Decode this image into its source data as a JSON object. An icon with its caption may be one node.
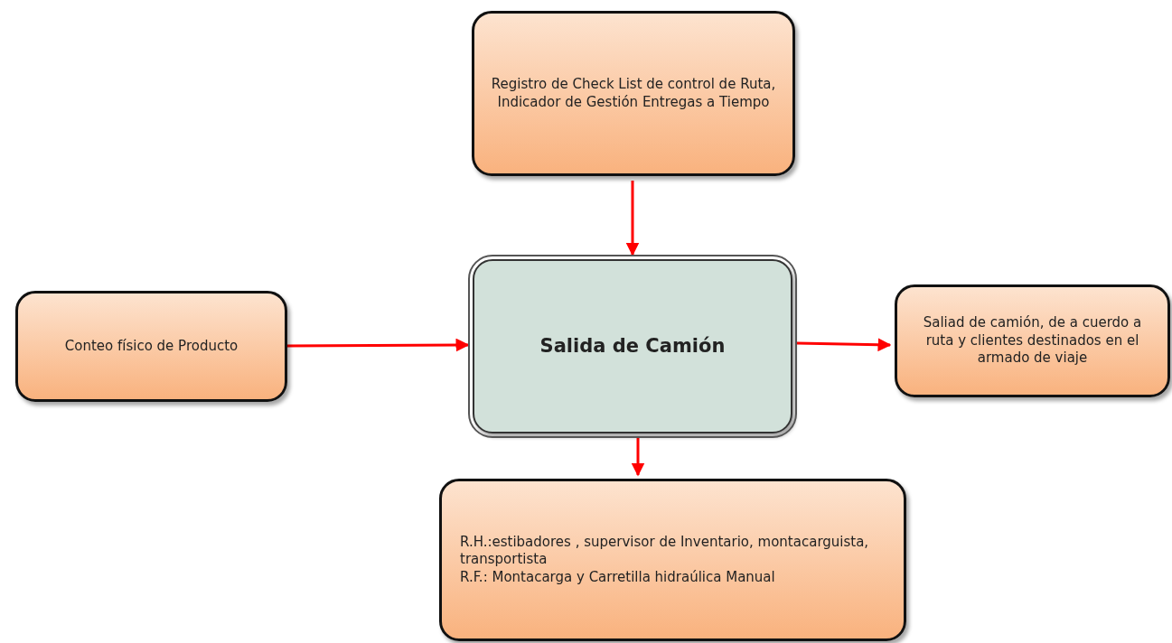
{
  "diagram": {
    "nodes": [
      {
        "text": [
          "Registro de Check List de control de Ruta, Indicador de Gestión Entregas a Tiempo"
        ]
      },
      {
        "text": [
          "Salida de Camión"
        ]
      },
      {
        "text": [
          "Conteo físico de Producto"
        ]
      },
      {
        "text": [
          "Saliad de camión, de a cuerdo a ruta y clientes destinados en el armado de viaje"
        ]
      },
      {
        "text": [
          "R.H.:estibadores , supervisor de Inventario, montacarguista, transportista",
          "R.F.: Montacarga y Carretilla hidraúlica Manual"
        ]
      }
    ],
    "edges": [
      {
        "from": 0,
        "to": 1,
        "arrow": "to",
        "color": "#ff0000"
      },
      {
        "from": 2,
        "to": 1,
        "arrow": "to",
        "color": "#ff0000"
      },
      {
        "from": 1,
        "to": 3,
        "arrow": "to",
        "color": "#ff0000"
      },
      {
        "from": 1,
        "to": 4,
        "arrow": "to",
        "color": "#ff0000"
      }
    ]
  }
}
